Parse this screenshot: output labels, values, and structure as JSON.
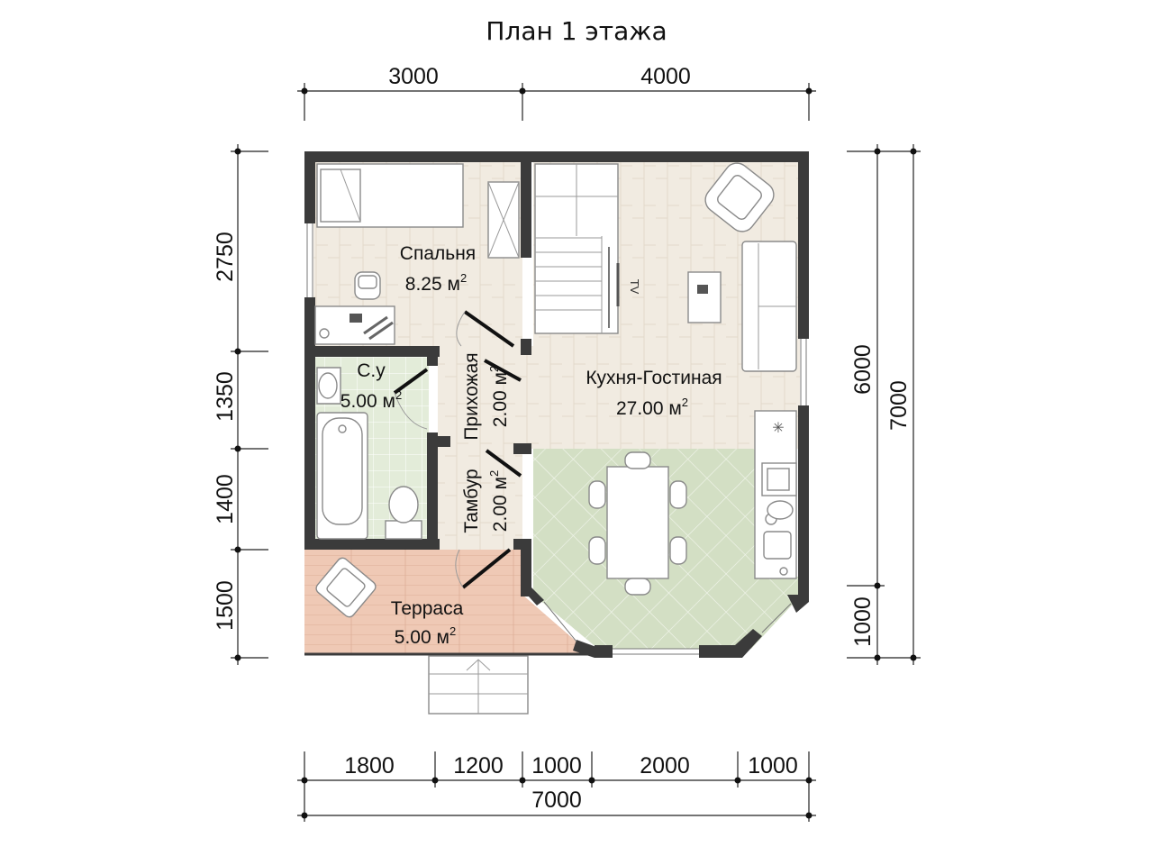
{
  "title": "План 1 этажа",
  "dimensions": {
    "top": [
      "3000",
      "4000"
    ],
    "bottom": [
      "1800",
      "1200",
      "1000",
      "2000",
      "1000"
    ],
    "bottom_total": "7000",
    "left": [
      "2750",
      "1350",
      "1400",
      "1500"
    ],
    "right_inner": [
      "6000",
      "1000"
    ],
    "right_total": "7000"
  },
  "rooms": {
    "bedroom": {
      "name": "Спальня",
      "area": "8.25 м",
      "sup": "2"
    },
    "bathroom": {
      "name": "С.у",
      "area": "5.00 м",
      "sup": "2"
    },
    "hall": {
      "name": "Прихожая",
      "area": "2.00 м",
      "sup": "2"
    },
    "vestibule": {
      "name": "Тамбур",
      "area": "2.00 м",
      "sup": "2"
    },
    "living": {
      "name": "Кухня-Гостиная",
      "area": "27.00 м",
      "sup": "2"
    },
    "terrace": {
      "name": "Терраса",
      "area": "5.00 м",
      "sup": "2"
    }
  },
  "labels": {
    "tv": "TV"
  },
  "colors": {
    "floor_wood": "#f1ebe1",
    "floor_tile": "#d3dfc4",
    "floor_wc": "#e3ecd9",
    "terrace": "#efc9b5",
    "wall": "#3b3b3b"
  }
}
